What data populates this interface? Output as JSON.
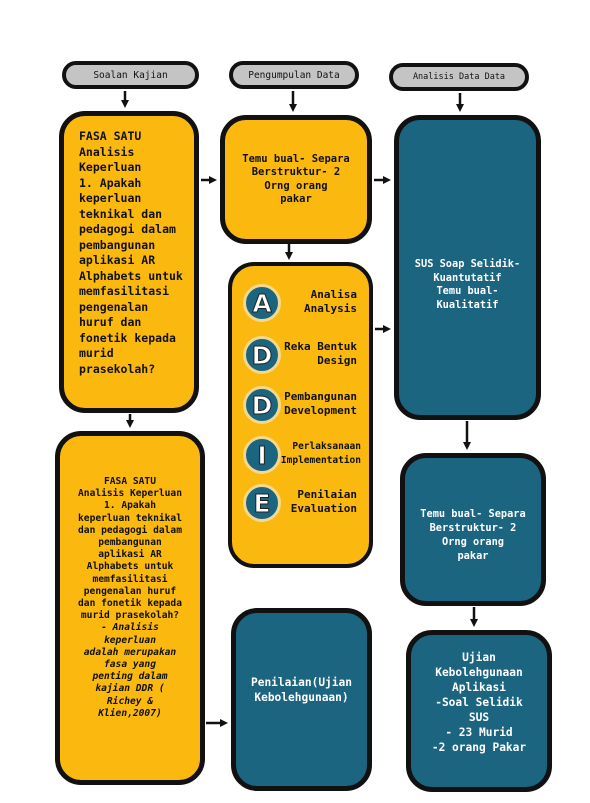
{
  "headers": {
    "soalan": "Soalan Kajian",
    "pengumpulan": "Pengumpulan Data",
    "analisis": "Analisis Data Data"
  },
  "fasa1_top": {
    "lines": [
      "FASA SATU",
      "Analisis",
      "Keperluan",
      "1.    Apakah",
      "keperluan",
      "teknikal dan",
      "pedagogi dalam",
      "pembangunan",
      "aplikasi AR",
      "Alphabets untuk",
      "memfasilitasi",
      "pengenalan",
      "huruf dan",
      "fonetik kepada",
      "murid",
      "prasekolah?"
    ]
  },
  "fasa1_bottom": {
    "lines": [
      "FASA SATU",
      "Analisis Keperluan",
      "1.    Apakah",
      "keperluan teknikal",
      "dan pedagogi dalam",
      "pembangunan",
      "aplikasi AR",
      "Alphabets untuk",
      "memfasilitasi",
      "pengenalan huruf",
      "dan fonetik kepada",
      "murid prasekolah?"
    ],
    "note_lines": [
      "-     Analisis",
      "keperluan",
      "adalah merupakan",
      "fasa  yang",
      "penting dalam",
      "kajian DDR (",
      "Richey  &",
      "Klien,2007)"
    ]
  },
  "temu_top": {
    "lines": [
      "Temu bual- Separa",
      "Berstruktur- 2",
      "Orng orang",
      "pakar"
    ]
  },
  "addie": [
    {
      "letter": "A",
      "malay": "Analisa",
      "english": "Analysis"
    },
    {
      "letter": "D",
      "malay": "Reka Bentuk",
      "english": "Design"
    },
    {
      "letter": "D",
      "malay": "Pembangunan",
      "english": "Development"
    },
    {
      "letter": "I",
      "malay": "Perlaksanaan",
      "english": "Implementation"
    },
    {
      "letter": "E",
      "malay": "Penilaian",
      "english": "Evaluation"
    }
  ],
  "penilaian": {
    "lines": [
      "Penilaian(Ujian",
      "Kebolehgunaan)"
    ]
  },
  "sus_box": {
    "lines": [
      "SUS Soap Selidik-",
      "Kuantutatif",
      "Temu bual-",
      "Kualitatif"
    ]
  },
  "temu_right": {
    "lines": [
      "Temu bual- Separa",
      "Berstruktur- 2",
      "Orng orang",
      "pakar"
    ]
  },
  "ujian": {
    "lines": [
      "Ujian",
      "Kebolehgunaan",
      "Aplikasi",
      "-Soal Selidik",
      "SUS",
      "- 23 Murid",
      "-2 orang Pakar"
    ]
  },
  "colors": {
    "yellow": "#fbb90f",
    "teal": "#1c6580",
    "pill": "#c4c4c4"
  }
}
